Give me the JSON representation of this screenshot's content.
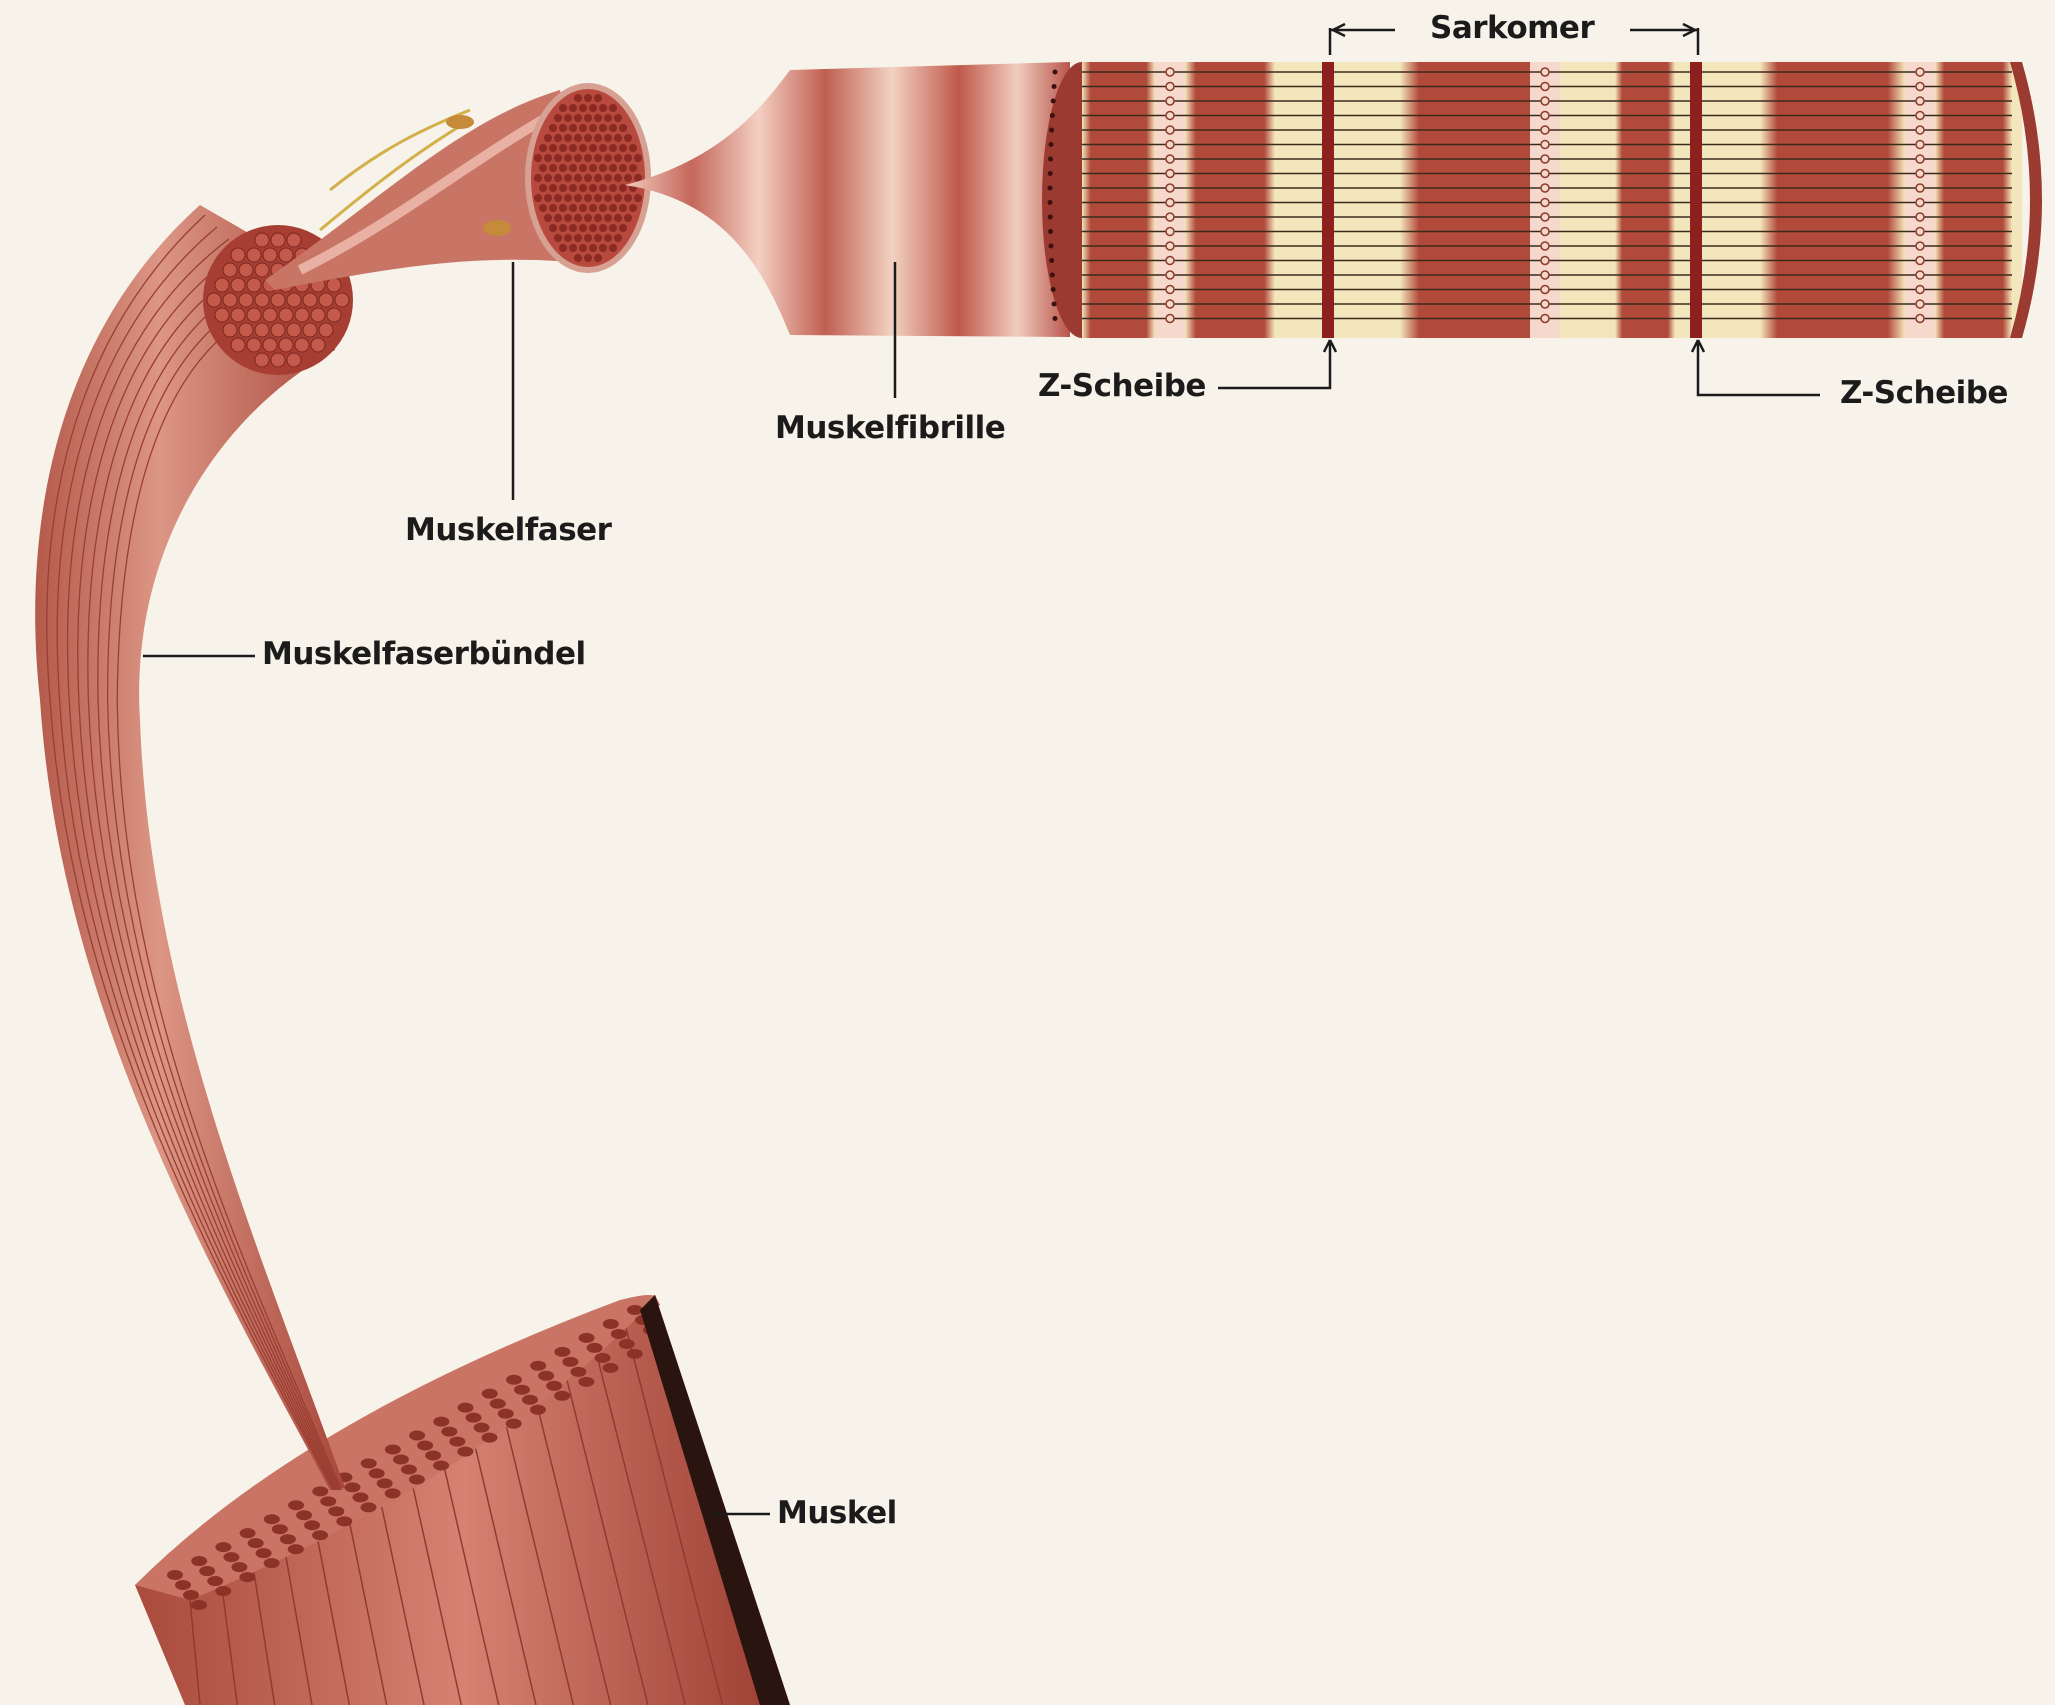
{
  "labels": {
    "sarkomer": "Sarkomer",
    "z_scheibe_left": "Z-Scheibe",
    "z_scheibe_right": "Z-Scheibe",
    "muskelfibrille": "Muskelfibrille",
    "muskelfaser": "Muskelfaser",
    "muskelfaserbuendel": "Muskelfaserbündel",
    "muskel": "Muskel"
  },
  "colors": {
    "background": "#f7f3ea",
    "muscle": "#c0604f",
    "muscle_dark": "#9a3a30",
    "band_dark": "#b24a3c",
    "band_light": "#f4e6bc",
    "z_disc": "#8e1f1f"
  }
}
